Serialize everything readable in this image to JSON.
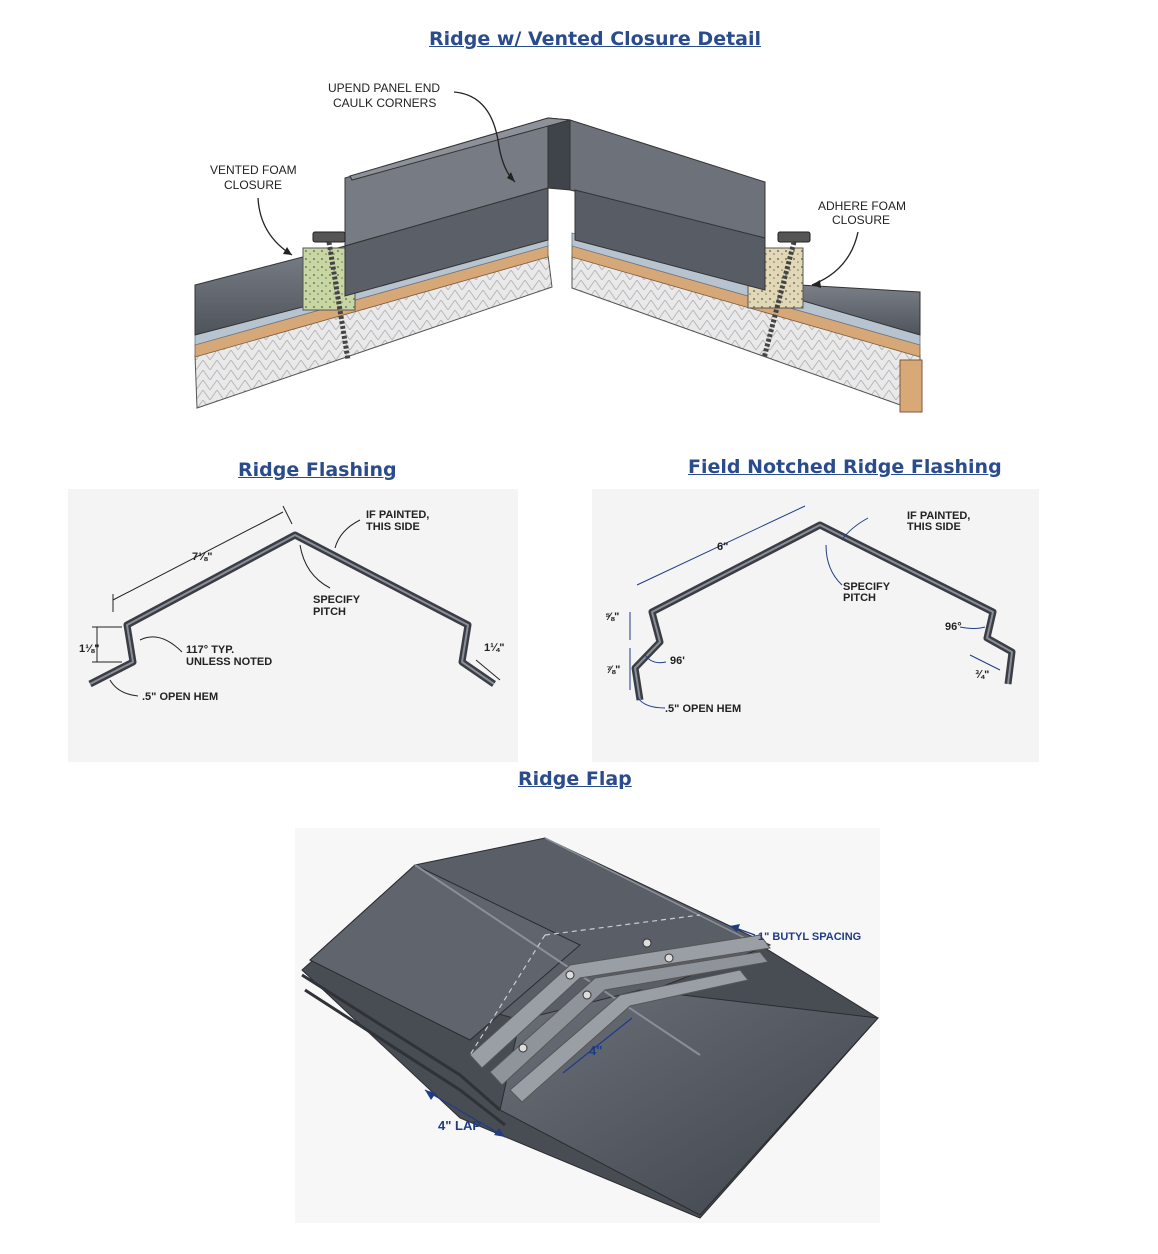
{
  "titles": {
    "vented": "Ridge w/ Vented Closure Detail",
    "flashing": "Ridge Flashing",
    "notched": "Field Notched Ridge Flashing",
    "flap": "Ridge Flap"
  },
  "vented": {
    "upend_line1": "UPEND PANEL END",
    "upend_line2": "CAULK CORNERS",
    "vented_line1": "VENTED FOAM",
    "vented_line2": "CLOSURE",
    "adhere_line1": "ADHERE FOAM",
    "adhere_line2": "CLOSURE"
  },
  "flashing": {
    "length": "7⅛\"",
    "painted_line1": "IF PAINTED,",
    "painted_line2": "THIS SIDE",
    "pitch_line1": "SPECIFY",
    "pitch_line2": "PITCH",
    "angle_line1": "117° TYP.",
    "angle_line2": "UNLESS NOTED",
    "left_leg": "1⅛\"",
    "right_leg": "1¼\"",
    "hem": ".5\" OPEN HEM"
  },
  "notched": {
    "length": "6\"",
    "painted_line1": "IF PAINTED,",
    "painted_line2": "THIS SIDE",
    "pitch_line1": "SPECIFY",
    "pitch_line2": "PITCH",
    "angle_right": "96°",
    "angle_left": "96'",
    "upper_leg": "⅝\"",
    "lower_leg": "⅞\"",
    "right_leg": "¾\"",
    "hem": ".5\" OPEN HEM"
  },
  "flap": {
    "butyl": "1\" BUTYL SPACING",
    "width": "4\"",
    "lap": "4\" LAP"
  },
  "colors": {
    "title": "#2b4c8c",
    "metal": "#5c6068",
    "foam_green": "#c8d6a4",
    "foam_tan": "#e2d8b8",
    "wood": "#d9a877",
    "dimension_blue": "#1f3d85"
  }
}
